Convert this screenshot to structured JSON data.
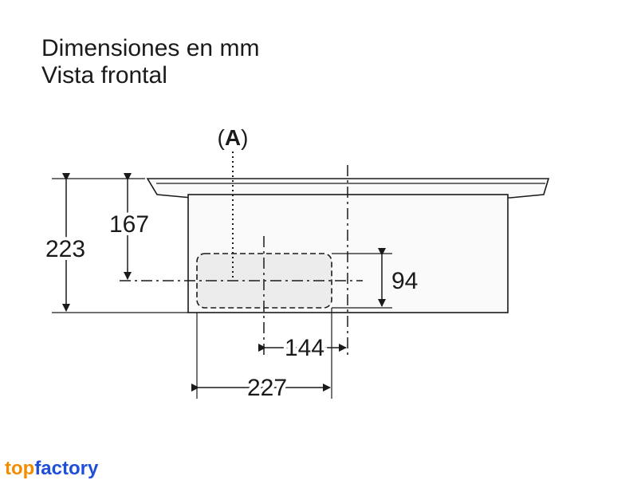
{
  "title": {
    "line1": "Dimensiones en mm",
    "line2": "Vista frontal"
  },
  "labels": {
    "a_open": "(",
    "a_letter": "A",
    "a_close": ")"
  },
  "dimensions": {
    "total_height": "223",
    "height_to_center": "167",
    "opening_height": "94",
    "offset_center": "144",
    "opening_width": "227"
  },
  "logo": {
    "part1": "top",
    "part2": "factory"
  },
  "colors": {
    "line": "#1a1a1a",
    "opening_fill": "#ececec",
    "logo_orange": "#f28c00",
    "logo_blue": "#1f4fd8"
  }
}
